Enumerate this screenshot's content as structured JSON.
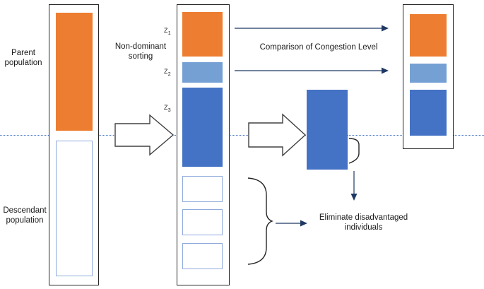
{
  "diagram": {
    "title": "NSGA-II population sorting and elimination flow",
    "colors": {
      "orange": "#ED7D31",
      "light_blue": "#75A0D4",
      "dark_blue": "#4472C4",
      "hollow_border": "#8FAADC",
      "frame_border": "#262626",
      "dotted_line": "#4472C4"
    },
    "labels": {
      "parent_population": "Parent\npopulation",
      "descendant_population": "Descendant\npopulation",
      "non_dominant_sorting": "Non-dominant\nsorting",
      "comparison_of_congestion_level": "Comparison of Congestion Level",
      "eliminate_disadvantaged": "Eliminate disadvantaged\nindividuals"
    },
    "front_labels": [
      {
        "text": "Z",
        "sub": "1"
      },
      {
        "text": "Z",
        "sub": "2"
      },
      {
        "text": "Z",
        "sub": "3"
      }
    ],
    "columns": {
      "left": {
        "name": "initial-population-column",
        "blocks": [
          {
            "kind": "solid",
            "color": "orange",
            "role": "parent-population-block"
          },
          {
            "kind": "hollow",
            "color": "light_blue",
            "role": "descendant-population-block"
          }
        ]
      },
      "middle": {
        "name": "sorted-population-column",
        "blocks": [
          {
            "kind": "solid",
            "color": "orange",
            "role": "front-z1-block"
          },
          {
            "kind": "solid",
            "color": "light_blue",
            "role": "front-z2-block"
          },
          {
            "kind": "solid",
            "color": "dark_blue",
            "role": "front-z3-block"
          },
          {
            "kind": "hollow",
            "color": "light_blue",
            "role": "discarded-block-1"
          },
          {
            "kind": "hollow",
            "color": "light_blue",
            "role": "discarded-block-2"
          },
          {
            "kind": "hollow",
            "color": "light_blue",
            "role": "discarded-block-3"
          }
        ]
      },
      "right": {
        "name": "next-generation-column",
        "blocks": [
          {
            "kind": "solid",
            "color": "orange",
            "role": "next-gen-z1-block"
          },
          {
            "kind": "solid",
            "color": "light_blue",
            "role": "next-gen-z2-block"
          },
          {
            "kind": "solid",
            "color": "dark_blue",
            "role": "next-gen-z3-block"
          }
        ]
      }
    },
    "floating_block": {
      "kind": "solid",
      "color": "dark_blue",
      "role": "crowding-distance-block"
    },
    "connectors": [
      {
        "name": "block-arrow-sorting",
        "type": "block-arrow",
        "direction": "right"
      },
      {
        "name": "block-arrow-crowding",
        "type": "block-arrow",
        "direction": "right"
      },
      {
        "name": "comparison-arrow-top",
        "type": "line-arrow",
        "direction": "right"
      },
      {
        "name": "comparison-arrow-bottom",
        "type": "line-arrow",
        "direction": "right"
      },
      {
        "name": "eliminate-arrow",
        "type": "line-arrow",
        "direction": "right"
      },
      {
        "name": "eliminate-arrow-down",
        "type": "line-arrow",
        "direction": "down"
      },
      {
        "name": "brace-discarded",
        "type": "brace",
        "direction": "right"
      },
      {
        "name": "brace-crowding",
        "type": "brace",
        "direction": "right"
      },
      {
        "name": "separator-dotted-line",
        "type": "dotted-line",
        "direction": "horizontal"
      }
    ]
  }
}
